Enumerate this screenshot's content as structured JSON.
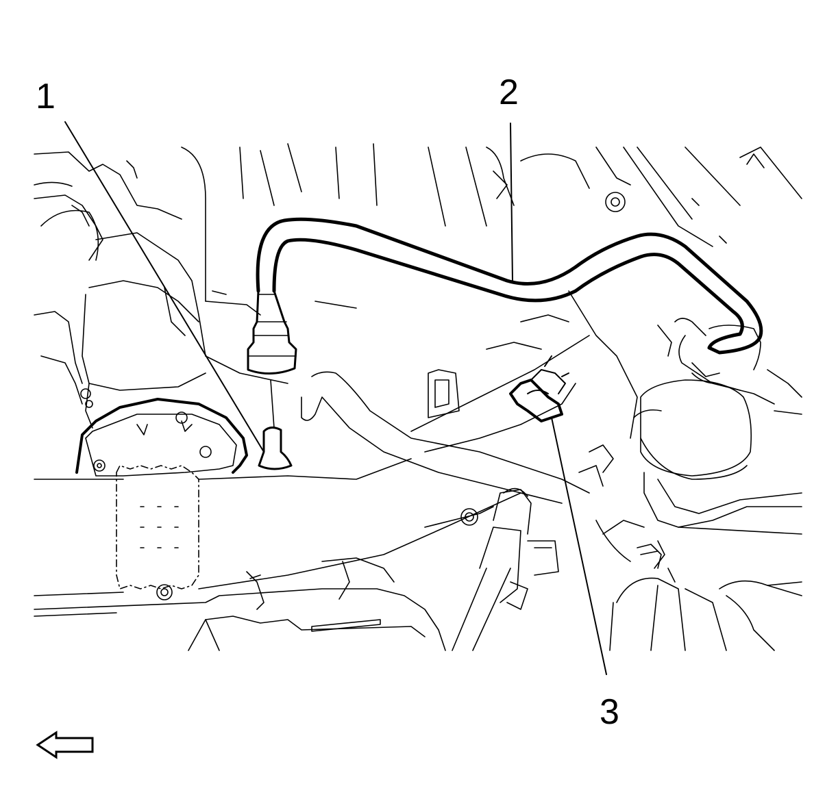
{
  "callouts": [
    {
      "id": "1",
      "label": "1",
      "part": "hose-connector"
    },
    {
      "id": "2",
      "label": "2",
      "part": "coolant-hose"
    },
    {
      "id": "3",
      "label": "3",
      "part": "hose-clip"
    }
  ],
  "direction_arrow": {
    "icon": "left-arrow-icon",
    "direction": "front-of-vehicle"
  },
  "colors": {
    "line": "#000000",
    "background": "#ffffff"
  }
}
